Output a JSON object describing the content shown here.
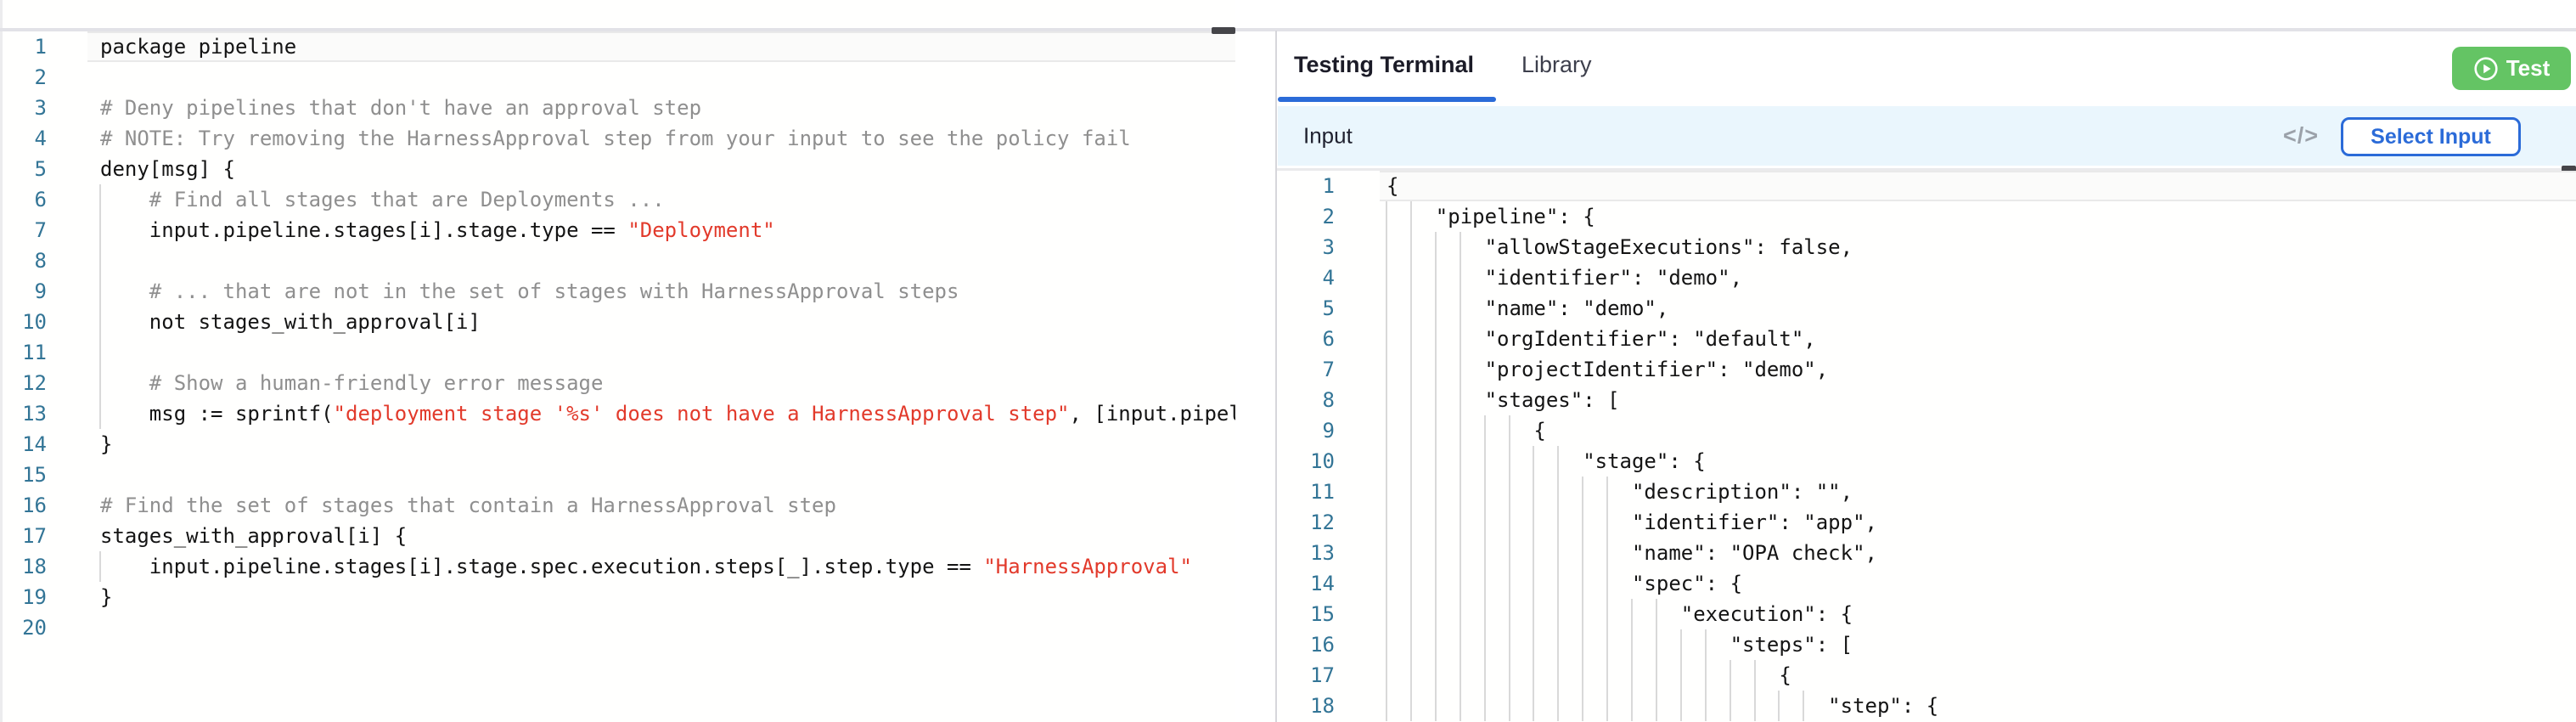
{
  "colors": {
    "accent_blue": "#2b6bd8",
    "test_green": "#64c464",
    "string_red": "#e23a2b",
    "comment_gray": "#8f8f8f",
    "line_number_blue": "#337596",
    "input_bar_bg": "#eaf6fd"
  },
  "left_editor": {
    "lines": [
      {
        "n": 1,
        "indent": 0,
        "current": true,
        "tokens": [
          {
            "c": "",
            "t": "package pipeline"
          }
        ]
      },
      {
        "n": 2,
        "indent": 0,
        "tokens": []
      },
      {
        "n": 3,
        "indent": 0,
        "tokens": [
          {
            "c": "comment",
            "t": "# Deny pipelines that don't have an approval step"
          }
        ]
      },
      {
        "n": 4,
        "indent": 0,
        "tokens": [
          {
            "c": "comment",
            "t": "# NOTE: Try removing the HarnessApproval step from your input to see the policy fail"
          }
        ]
      },
      {
        "n": 5,
        "indent": 0,
        "tokens": [
          {
            "c": "",
            "t": "deny[msg] {"
          }
        ]
      },
      {
        "n": 6,
        "indent": 4,
        "tokens": [
          {
            "c": "comment",
            "t": "# Find all stages that are Deployments ..."
          }
        ]
      },
      {
        "n": 7,
        "indent": 4,
        "tokens": [
          {
            "c": "",
            "t": "input.pipeline.stages[i].stage.type == "
          },
          {
            "c": "str",
            "t": "\"Deployment\""
          }
        ]
      },
      {
        "n": 8,
        "indent": 4,
        "tokens": []
      },
      {
        "n": 9,
        "indent": 4,
        "tokens": [
          {
            "c": "comment",
            "t": "# ... that are not in the set of stages with HarnessApproval steps"
          }
        ]
      },
      {
        "n": 10,
        "indent": 4,
        "tokens": [
          {
            "c": "",
            "t": "not stages_with_approval[i]"
          }
        ]
      },
      {
        "n": 11,
        "indent": 4,
        "tokens": []
      },
      {
        "n": 12,
        "indent": 4,
        "tokens": [
          {
            "c": "comment",
            "t": "# Show a human-friendly error message"
          }
        ]
      },
      {
        "n": 13,
        "indent": 4,
        "tokens": [
          {
            "c": "",
            "t": "msg := sprintf("
          },
          {
            "c": "str",
            "t": "\"deployment stage '%s' does not have a HarnessApproval step\""
          },
          {
            "c": "",
            "t": ", [input.pipel"
          }
        ]
      },
      {
        "n": 14,
        "indent": 0,
        "tokens": [
          {
            "c": "",
            "t": "}"
          }
        ]
      },
      {
        "n": 15,
        "indent": 0,
        "tokens": []
      },
      {
        "n": 16,
        "indent": 0,
        "tokens": [
          {
            "c": "comment",
            "t": "# Find the set of stages that contain a HarnessApproval step"
          }
        ]
      },
      {
        "n": 17,
        "indent": 0,
        "tokens": [
          {
            "c": "",
            "t": "stages_with_approval[i] {"
          }
        ]
      },
      {
        "n": 18,
        "indent": 4,
        "tokens": [
          {
            "c": "",
            "t": "input.pipeline.stages[i].stage.spec.execution.steps[_].step.type == "
          },
          {
            "c": "str",
            "t": "\"HarnessApproval\""
          }
        ]
      },
      {
        "n": 19,
        "indent": 0,
        "tokens": [
          {
            "c": "",
            "t": "}"
          }
        ]
      },
      {
        "n": 20,
        "indent": 0,
        "tokens": []
      }
    ]
  },
  "right_panel": {
    "tabs": [
      {
        "label": "Testing Terminal",
        "active": true
      },
      {
        "label": "Library",
        "active": false
      }
    ],
    "test_button_label": "Test",
    "input_section": {
      "title": "Input",
      "code_icon_text": "</>",
      "select_button_label": "Select Input"
    },
    "json_editor": {
      "lines": [
        {
          "n": 1,
          "indent": 0,
          "current": true,
          "text": "{"
        },
        {
          "n": 2,
          "indent": 4,
          "text": "\"pipeline\": {"
        },
        {
          "n": 3,
          "indent": 8,
          "text": "\"allowStageExecutions\": false,"
        },
        {
          "n": 4,
          "indent": 8,
          "text": "\"identifier\": \"demo\","
        },
        {
          "n": 5,
          "indent": 8,
          "text": "\"name\": \"demo\","
        },
        {
          "n": 6,
          "indent": 8,
          "text": "\"orgIdentifier\": \"default\","
        },
        {
          "n": 7,
          "indent": 8,
          "text": "\"projectIdentifier\": \"demo\","
        },
        {
          "n": 8,
          "indent": 8,
          "text": "\"stages\": ["
        },
        {
          "n": 9,
          "indent": 12,
          "text": "{"
        },
        {
          "n": 10,
          "indent": 16,
          "text": "\"stage\": {"
        },
        {
          "n": 11,
          "indent": 20,
          "text": "\"description\": \"\","
        },
        {
          "n": 12,
          "indent": 20,
          "text": "\"identifier\": \"app\","
        },
        {
          "n": 13,
          "indent": 20,
          "text": "\"name\": \"OPA check\","
        },
        {
          "n": 14,
          "indent": 20,
          "text": "\"spec\": {"
        },
        {
          "n": 15,
          "indent": 24,
          "text": "\"execution\": {"
        },
        {
          "n": 16,
          "indent": 28,
          "text": "\"steps\": ["
        },
        {
          "n": 17,
          "indent": 32,
          "text": "{"
        },
        {
          "n": 18,
          "indent": 36,
          "text": "\"step\": {"
        }
      ]
    }
  }
}
